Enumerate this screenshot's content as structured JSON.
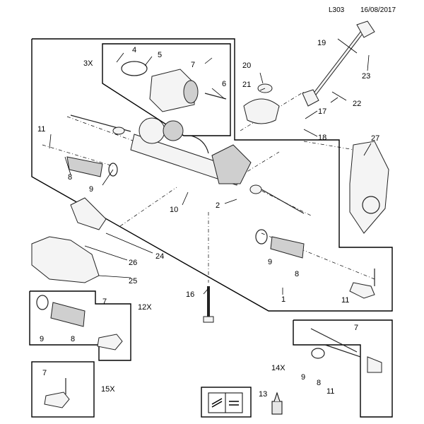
{
  "header": {
    "code": "L303",
    "date": "16/08/2017"
  },
  "callouts": {
    "c1": "1",
    "c2": "2",
    "c3": "3X",
    "c4": "4",
    "c5": "5",
    "c6": "6",
    "c7a": "7",
    "c7b": "7",
    "c7c": "7",
    "c7d": "7",
    "c8a": "8",
    "c8b": "8",
    "c8c": "8",
    "c8d": "8",
    "c9a": "9",
    "c9b": "9",
    "c9c": "9",
    "c9d": "9",
    "c10": "10",
    "c11a": "11",
    "c11b": "11",
    "c11c": "11",
    "c12": "12X",
    "c13": "13",
    "c14": "14X",
    "c15": "15X",
    "c16": "16",
    "c17": "17",
    "c18": "18",
    "c19": "19",
    "c20": "20",
    "c21": "21",
    "c22": "22",
    "c23": "23",
    "c24": "24",
    "c25": "25",
    "c26": "26",
    "c27": "27"
  },
  "icons": {
    "manual": "repair-manual-icon",
    "lubricant": "lubricant-bottle-icon"
  }
}
